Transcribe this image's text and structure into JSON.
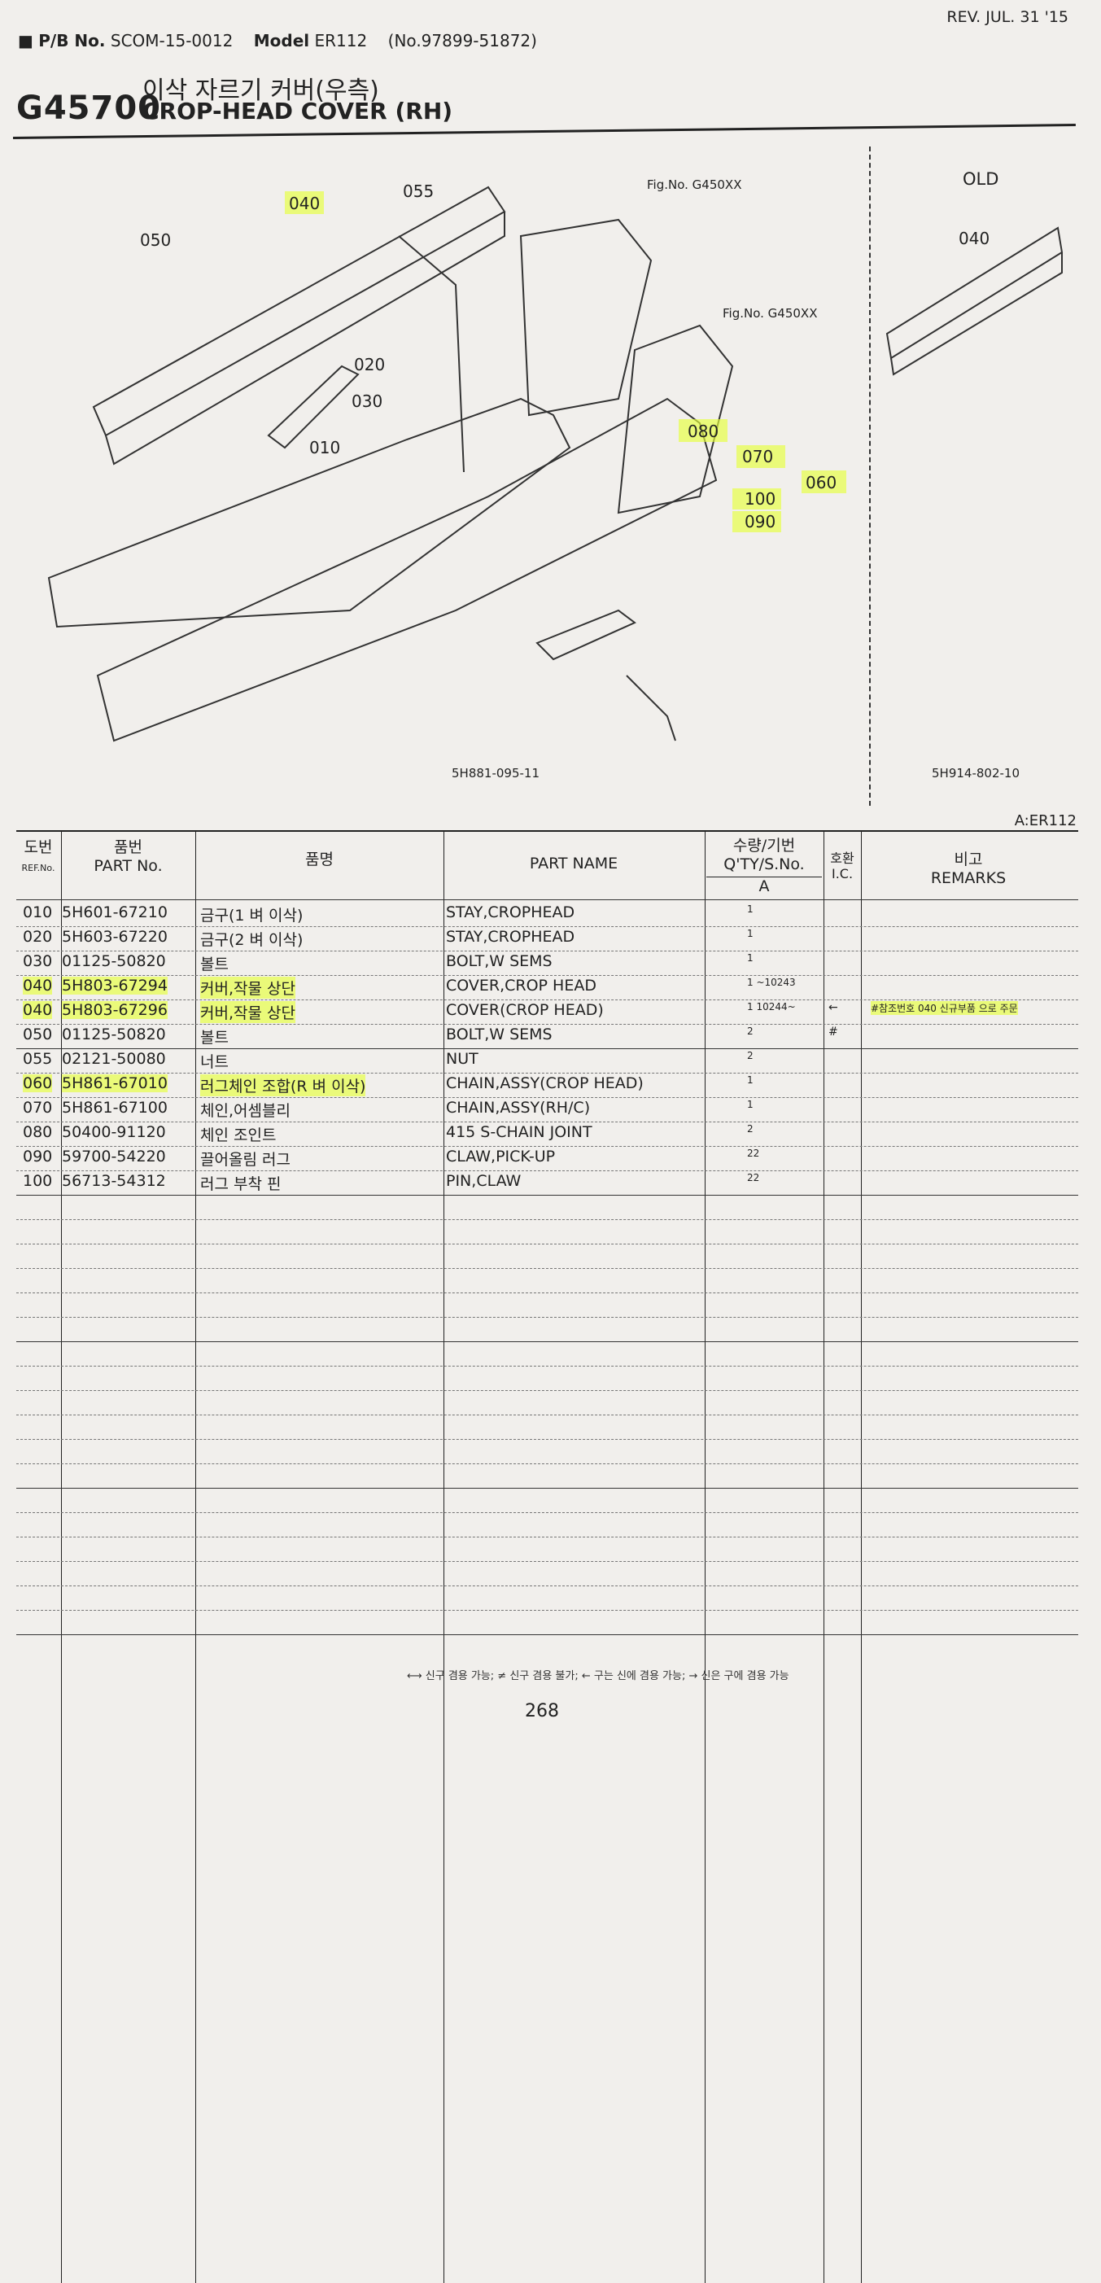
{
  "header": {
    "pb_label": "P/B No.",
    "pb_value": "SCOM-15-0012",
    "model_label": "Model",
    "model_value": "ER112",
    "serial": "(No.97899-51872)",
    "revision": "REV. JUL. 31 '15",
    "group_code": "G45700",
    "title_ko": "이삭 자르기 커버(우측)",
    "title_en": "CROP-HEAD COVER (RH)"
  },
  "diagram": {
    "old_label": "OLD",
    "fig_ref_1": "Fig.No. G450XX",
    "fig_ref_2": "Fig.No. G450XX",
    "drawing_no_main": "5H881-095-11",
    "drawing_no_old": "5H914-802-10",
    "callouts": [
      "055",
      "040",
      "050",
      "020",
      "030",
      "010",
      "080",
      "070",
      "060",
      "100",
      "090",
      "040"
    ]
  },
  "table": {
    "model_tag": "A:ER112",
    "headers": {
      "ref_ko": "도번",
      "ref_en": "REF.No.",
      "part_ko": "품번",
      "part_en": "PART No.",
      "name_ko": "품명",
      "name_en": "PART NAME",
      "qty_ko": "수량/기번",
      "qty_en": "Q'TY/S.No.",
      "qty_col": "A",
      "ic_ko": "호환",
      "ic_en": "I.C.",
      "rem_ko": "비고",
      "rem_en": "REMARKS"
    },
    "rows": [
      {
        "ref": "010",
        "part": "5H601-67210",
        "ko": "금구(1 벼 이삭)",
        "name": "STAY,CROPHEAD",
        "qty": "1",
        "ic": "",
        "rem": "",
        "hl": false
      },
      {
        "ref": "020",
        "part": "5H603-67220",
        "ko": "금구(2 벼 이삭)",
        "name": "STAY,CROPHEAD",
        "qty": "1",
        "ic": "",
        "rem": "",
        "hl": false
      },
      {
        "ref": "030",
        "part": "01125-50820",
        "ko": "볼트",
        "name": "BOLT,W SEMS",
        "qty": "1",
        "ic": "",
        "rem": "",
        "hl": false
      },
      {
        "ref": "040",
        "part": "5H803-67294",
        "ko": "커버,작물 상단",
        "name": "COVER,CROP HEAD",
        "qty": "1 ~10243",
        "ic": "",
        "rem": "",
        "hl": true
      },
      {
        "ref": "040",
        "part": "5H803-67296",
        "ko": "커버,작물 상단",
        "name": "COVER(CROP HEAD)",
        "qty": "1 10244~",
        "ic": "←",
        "rem": "#참조번호 040 신규부품 으로 주문",
        "hl": true
      },
      {
        "ref": "050",
        "part": "01125-50820",
        "ko": "볼트",
        "name": "BOLT,W SEMS",
        "qty": "2",
        "ic": "#",
        "rem": "",
        "hl": false
      },
      {
        "ref": "055",
        "part": "02121-50080",
        "ko": "너트",
        "name": "NUT",
        "qty": "2",
        "ic": "",
        "rem": "",
        "hl": false
      },
      {
        "ref": "060",
        "part": "5H861-67010",
        "ko": "러그체인 조합(R 벼 이삭)",
        "name": "CHAIN,ASSY(CROP HEAD)",
        "qty": "1",
        "ic": "",
        "rem": "",
        "hl": true
      },
      {
        "ref": "070",
        "part": "5H861-67100",
        "ko": "체인,어셈블리",
        "name": "CHAIN,ASSY(RH/C)",
        "qty": "1",
        "ic": "",
        "rem": "",
        "hl": false
      },
      {
        "ref": "080",
        "part": "50400-91120",
        "ko": "체인 조인트",
        "name": "415 S-CHAIN JOINT",
        "qty": "2",
        "ic": "",
        "rem": "",
        "hl": false
      },
      {
        "ref": "090",
        "part": "59700-54220",
        "ko": "끌어올림 러그",
        "name": "CLAW,PICK-UP",
        "qty": "22",
        "ic": "",
        "rem": "",
        "hl": false
      },
      {
        "ref": "100",
        "part": "56713-54312",
        "ko": "러그 부착 핀",
        "name": "PIN,CLAW",
        "qty": "22",
        "ic": "",
        "rem": "",
        "hl": false
      }
    ]
  },
  "footer": {
    "legend": "⟷ 신구 겸용 가능;  ≠ 신구 겸용 불가;  ← 구는 신에 겸용 가능;  → 신은 구에 겸용 가능",
    "page_no": "268"
  }
}
